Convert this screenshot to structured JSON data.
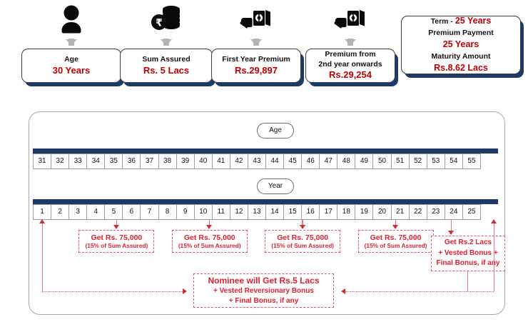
{
  "header": {
    "cards": [
      {
        "icon": "person-icon",
        "label": "Age",
        "value": "30 Years",
        "type": "simple"
      },
      {
        "icon": "coin-stack-rupee-icon",
        "label": "Sum Assured",
        "value": "Rs. 5 Lacs",
        "type": "simple"
      },
      {
        "icon": "hand-cash-icon",
        "label": "First Year Premium",
        "value": "Rs.29,897",
        "type": "simple"
      },
      {
        "icon": "hand-cash-icon",
        "label": "Premium from\n2nd year onwards",
        "label_line1": "Premium from",
        "label_line2": "2nd year onwards",
        "value": "Rs.29,254",
        "type": "simple"
      },
      {
        "icon": "none",
        "type": "summary",
        "term_label": "Term  -",
        "term_value": "25 Years",
        "premium_label": "Premium Payment",
        "premium_value": "25 Years",
        "maturity_label": "Maturity Amount",
        "maturity_value": "Rs.8.62 Lacs"
      }
    ]
  },
  "timeline": {
    "age_pill": "Age",
    "year_pill": "Year",
    "age_values": [
      "31",
      "32",
      "33",
      "34",
      "35",
      "36",
      "37",
      "38",
      "39",
      "40",
      "41",
      "42",
      "43",
      "44",
      "45",
      "46",
      "47",
      "48",
      "49",
      "50",
      "51",
      "52",
      "53",
      "54",
      "55"
    ],
    "year_values": [
      "1",
      "2",
      "3",
      "4",
      "5",
      "6",
      "7",
      "8",
      "9",
      "10",
      "11",
      "12",
      "13",
      "14",
      "15",
      "16",
      "17",
      "18",
      "19",
      "20",
      "21",
      "22",
      "23",
      "24",
      "25"
    ]
  },
  "benefits": [
    {
      "year": 5,
      "title": "Get Rs. 75,000",
      "subtitle": "(15% of Sum Assured)"
    },
    {
      "year": 10,
      "title": "Get Rs. 75,000",
      "subtitle": "(15% of Sum Assured)"
    },
    {
      "year": 15,
      "title": "Get Rs. 75,000",
      "subtitle": "(15% of Sum Assured)"
    },
    {
      "year": 20,
      "title": "Get Rs. 75,000",
      "subtitle": "(15% of Sum Assured)"
    }
  ],
  "maturity_box": {
    "line1": "Get Rs.2 Lacs",
    "line2": "+ Vested Bonus +",
    "line3": "Final Bonus, if any"
  },
  "nominee_box": {
    "line1": "Nominee will Get Rs.5 Lacs",
    "line2": "+ Vested Reversionary Bonus",
    "line3": "+ Final Bonus, if any"
  },
  "colors": {
    "navy": "#1f3864",
    "card_shadow": "#1b3a68",
    "red": "#c00000",
    "dashed_red": "#e8536a",
    "arrow_red": "#d42a3c",
    "arrow_gray": "#b3b3b3"
  }
}
